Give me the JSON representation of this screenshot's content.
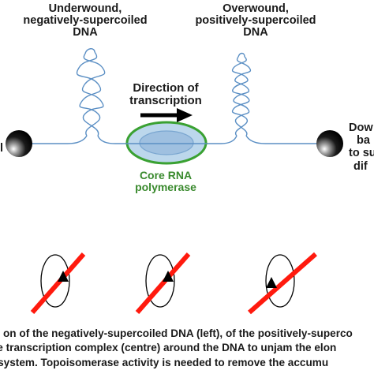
{
  "labels": {
    "underwound_line1": "Underwound,",
    "underwound_line2": "negatively-supercoiled",
    "underwound_line3": "DNA",
    "overwound_line1": "Overwound,",
    "overwound_line2": "positively-supercoiled",
    "overwound_line3": "DNA",
    "direction_line1": "Direction of",
    "direction_line2": "transcription",
    "core_line1": "Core RNA",
    "core_line2": "polymerase",
    "right_line1": "Dow",
    "right_line2": "ba",
    "right_line3": "to su",
    "right_line4": "dif",
    "left_fragment": "l"
  },
  "caption": {
    "line1": "on of the negatively-supercoiled DNA (left), of the positively-superco",
    "line2": "he transcription complex (centre) around the DNA to unjam the elon",
    "line3": "is system. Topoisomerase activity is needed to remove the accumu"
  },
  "colors": {
    "dna_strand": "#5b8fc4",
    "polymerase_outline": "#3aa132",
    "polymerase_fill": "#bcd7ec",
    "polymerase_core": "#9fc0e0",
    "rotation_bar": "#ff1a0e",
    "core_label": "#3a8a2e"
  },
  "icons": [
    "barrier-bead-left-icon",
    "barrier-bead-right-icon",
    "direction-arrow-icon",
    "rotation-triangle-icon"
  ]
}
